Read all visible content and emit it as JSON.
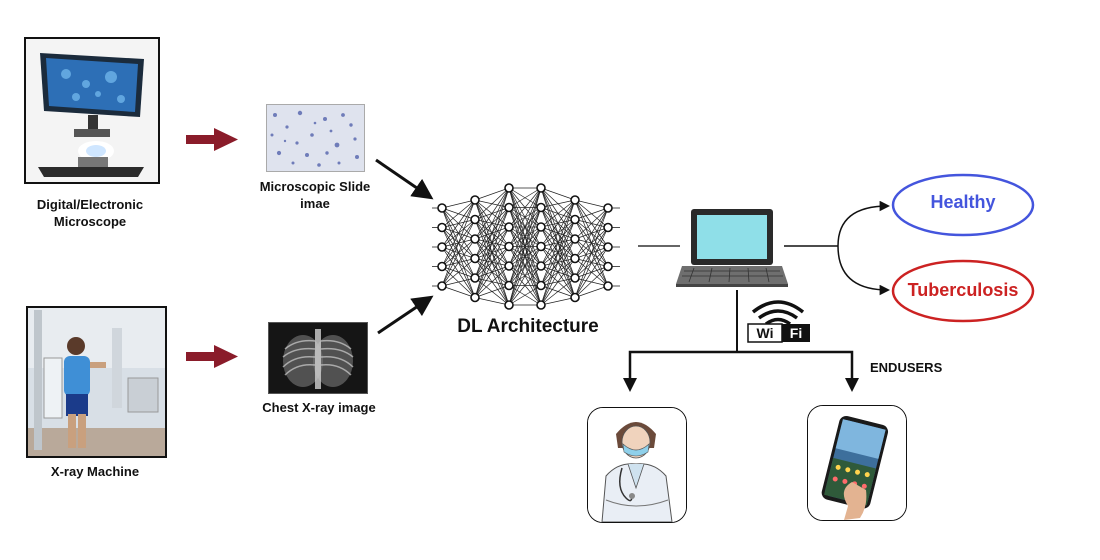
{
  "inputs": {
    "microscope_label": "Digital/Electronic\nMicroscope",
    "xray_label": "X-ray Machine"
  },
  "images": {
    "slide_label": "Microscopic Slide\nimae",
    "chest_label": "Chest X-ray image"
  },
  "model": {
    "label": "DL Architecture"
  },
  "outputs": {
    "healthy": "Healthy",
    "tuberculosis": "Tuberculosis",
    "healthy_color": "#4455dd",
    "tb_color": "#cc2222"
  },
  "network": {
    "wifi_left": "Wi",
    "wifi_right": "Fi"
  },
  "endusers": {
    "label": "ENDUSERS"
  },
  "colors": {
    "arrow_maroon": "#8a1c2a",
    "laptop_screen": "#8fdfe8"
  }
}
